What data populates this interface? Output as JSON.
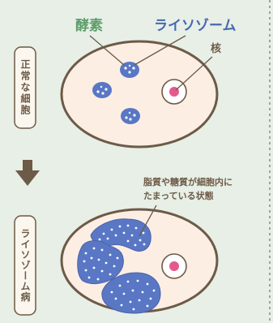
{
  "labels": {
    "enzyme": "酵素",
    "lysosome": "ライソゾーム",
    "nucleus": "核",
    "normal_cell": "正常な細胞",
    "disease": "ライソゾーム病",
    "note_line1": "脂質や糖質が細胞内に",
    "note_line2": "たまっている状態"
  },
  "colors": {
    "background": "#e7efe6",
    "cell_fill": "#fdeee4",
    "outline": "#6d5a47",
    "lysosome": "#5977c4",
    "enzyme_label": "#5c9d6b",
    "lysosome_label": "#4868b0",
    "nucleus_dot": "#e6588d",
    "arrow": "#6d5a47",
    "dashed_border": "#9aa89a"
  },
  "icons": {
    "arrow": "down-arrow-icon"
  }
}
